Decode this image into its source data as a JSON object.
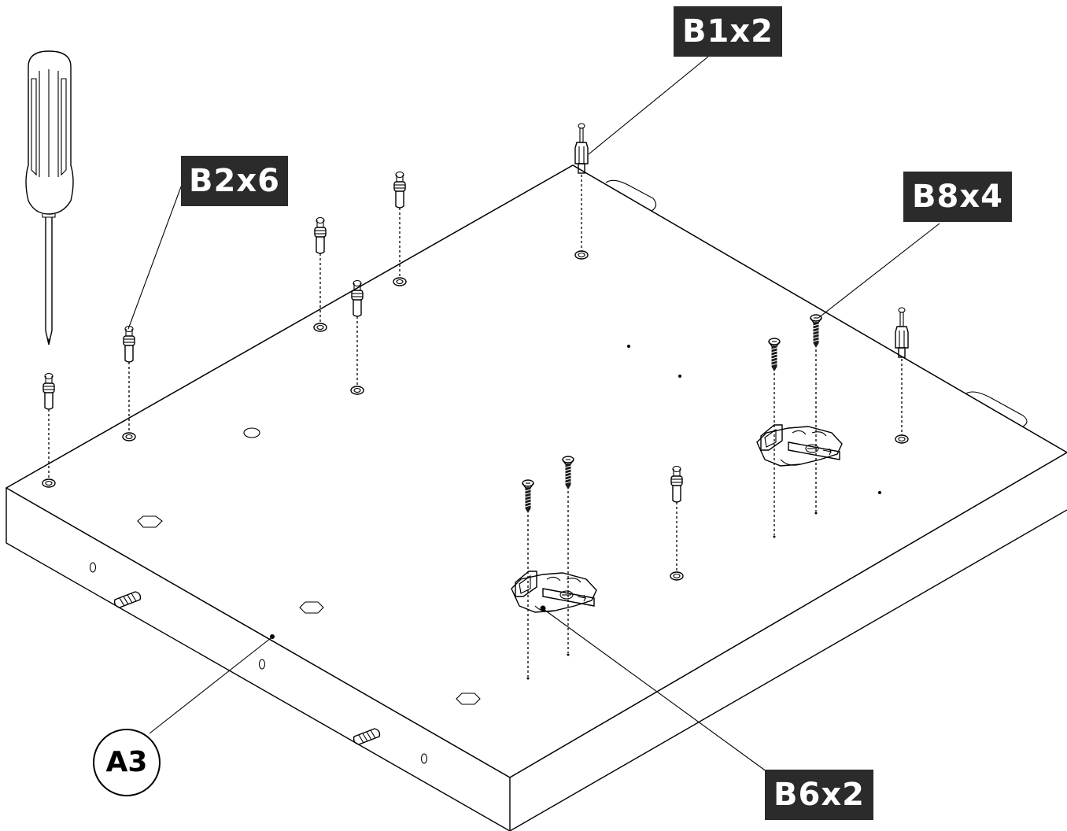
{
  "labels": {
    "b1": "B1x2",
    "b2": "B2x6",
    "b8": "B8x4",
    "b6": "B6x2",
    "a3": "A3"
  }
}
